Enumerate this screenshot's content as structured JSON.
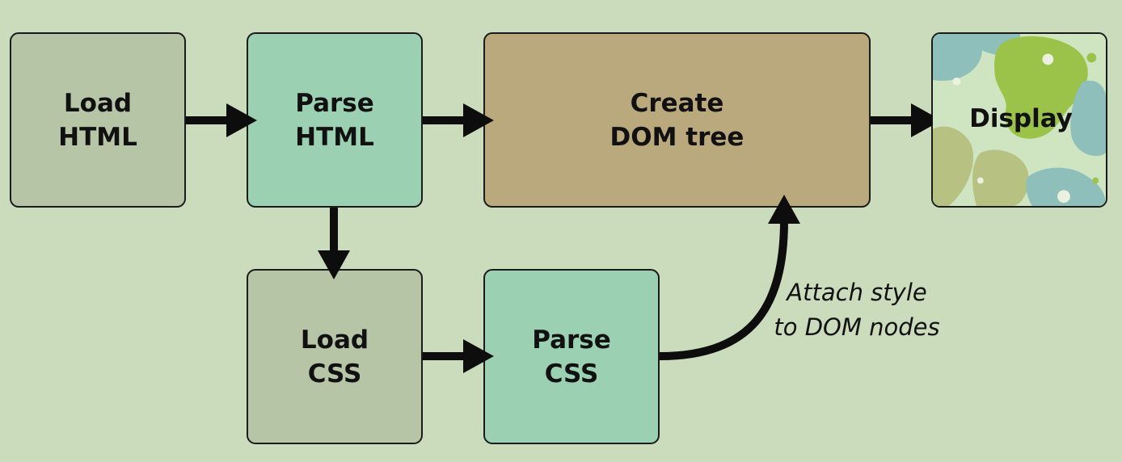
{
  "colors": {
    "background": "#cbdcbd",
    "load_box": "#b7c5a7",
    "parse_box": "#9bd1b2",
    "dom_box": "#bba97e",
    "outline": "#1b1b1b",
    "display_art": [
      "#cfe5c2",
      "#8fbfba",
      "#9bc249",
      "#b7c181",
      "#e9f1df"
    ]
  },
  "boxes": {
    "load_html": "Load\nHTML",
    "parse_html": "Parse\nHTML",
    "create_dom": "Create\nDOM tree",
    "display": "Display",
    "load_css": "Load\nCSS",
    "parse_css": "Parse\nCSS"
  },
  "annotations": {
    "attach_style": "Attach style\nto DOM nodes"
  },
  "edges": [
    {
      "from": "load_html",
      "to": "parse_html"
    },
    {
      "from": "parse_html",
      "to": "create_dom"
    },
    {
      "from": "create_dom",
      "to": "display"
    },
    {
      "from": "parse_html",
      "to": "load_css"
    },
    {
      "from": "load_css",
      "to": "parse_css"
    },
    {
      "from": "parse_css",
      "to": "create_dom",
      "label": "attach_style"
    }
  ]
}
